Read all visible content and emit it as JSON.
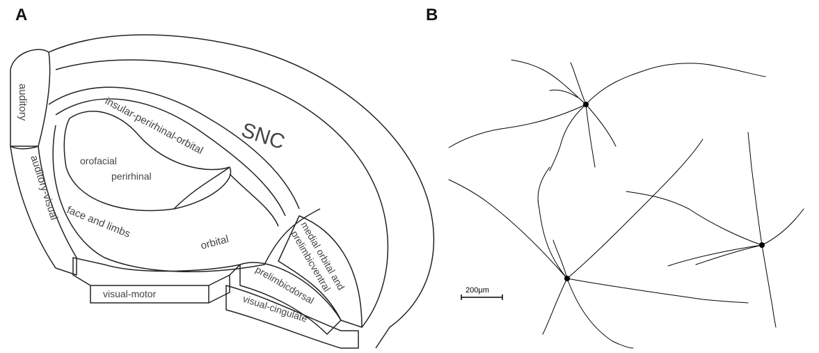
{
  "panels": {
    "a_label": "A",
    "b_label": "B"
  },
  "diagram": {
    "snc": "SNC",
    "auditory": "auditory",
    "auditory_visual": "auditory-visual",
    "insular": "insular-perirhinal-orbital",
    "orofacial": "orofacial",
    "perirhinal": "perirhinal",
    "face_limbs": "face and limbs",
    "orbital": "orbital",
    "medial_orbital": "medial orbital and",
    "prelimbic_ventral": "prelimbicventral",
    "prelimbic_dorsal": "prelimbicdorsal",
    "visual_motor": "visual-motor",
    "visual_cingulate": "visual-cingulate"
  },
  "neuron": {
    "scale_bar": "200μm"
  },
  "colors": {
    "outline": "#222222",
    "region_text": "#444444",
    "neuron": "#000000"
  }
}
